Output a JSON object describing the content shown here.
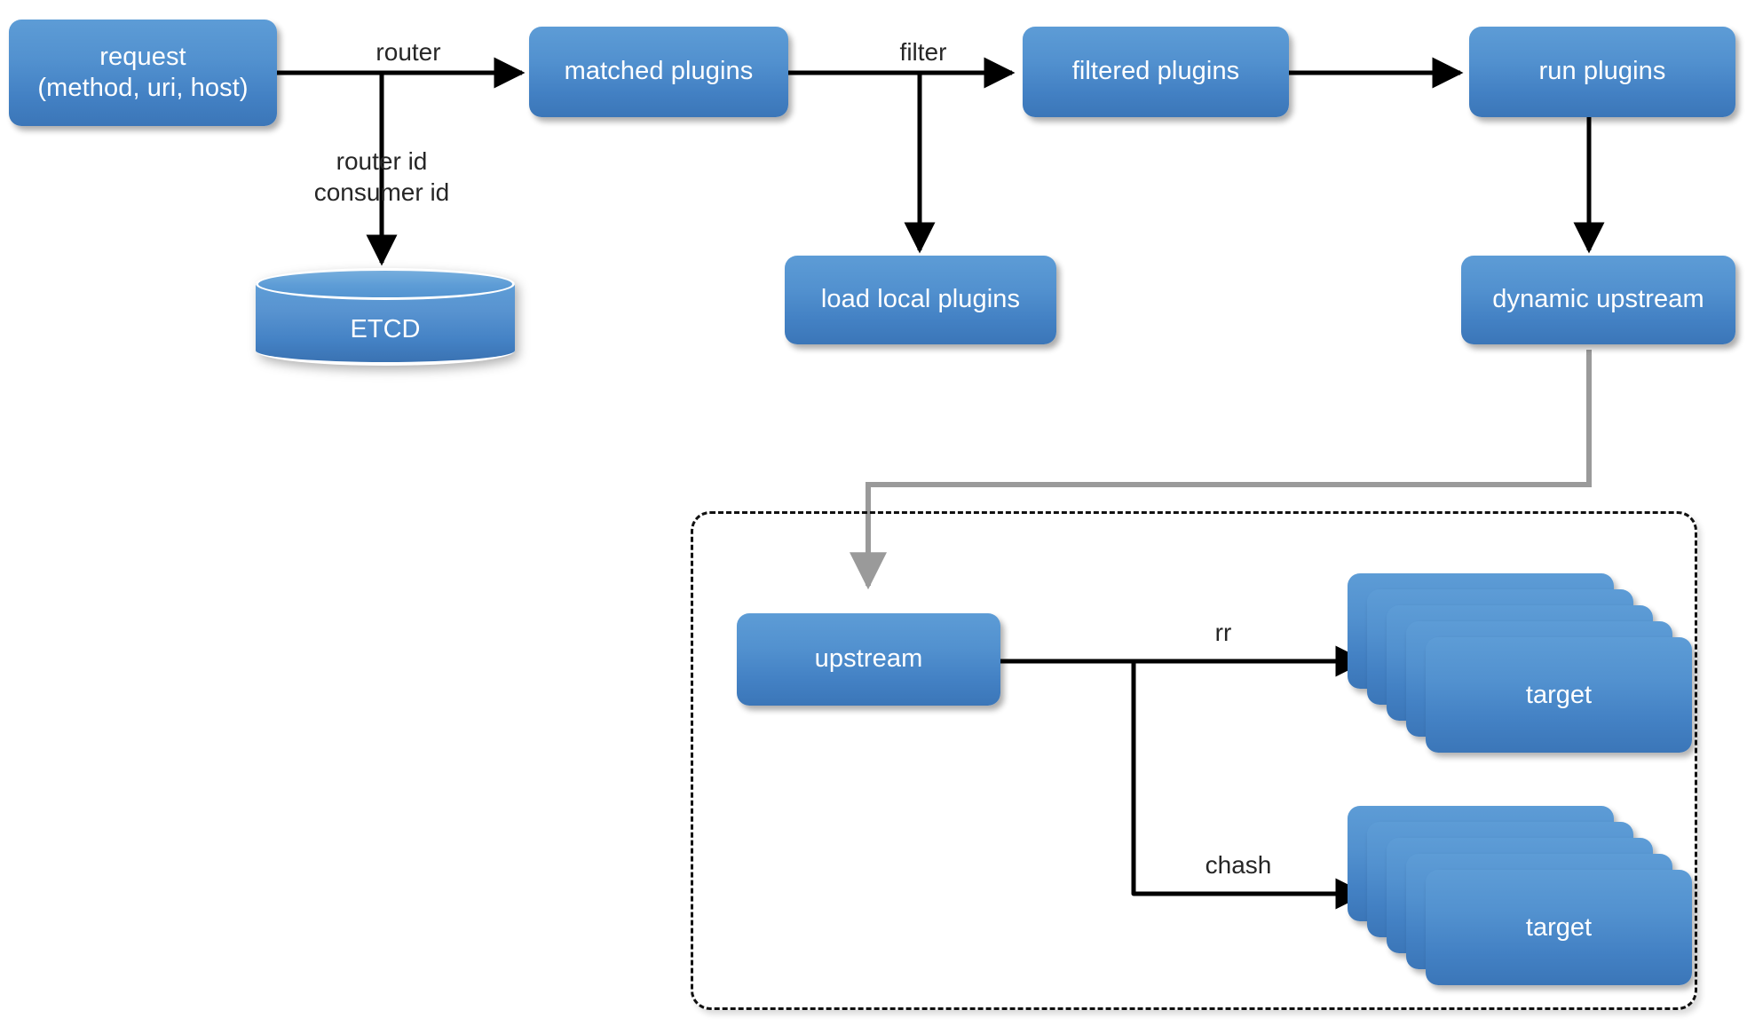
{
  "diagram": {
    "title": "APISIX request processing flow",
    "colors": {
      "node_blue_light": "#5d9cd6",
      "node_blue_dark": "#3b76b8",
      "node_text": "#ffffff",
      "edge_black": "#000000",
      "edge_gray": "#9a9a9a",
      "group_border": "#111111",
      "background": "#ffffff"
    },
    "nodes": {
      "request": {
        "label": "request\n(method, uri, host)"
      },
      "matched_plugins": {
        "label": "matched plugins"
      },
      "filtered_plugins": {
        "label": "filtered plugins"
      },
      "run_plugins": {
        "label": "run plugins"
      },
      "load_local_plugins": {
        "label": "load local plugins"
      },
      "dynamic_upstream": {
        "label": "dynamic upstream"
      },
      "etcd": {
        "label": "ETCD"
      },
      "upstream": {
        "label": "upstream"
      },
      "target_rr": {
        "label": "target"
      },
      "target_chash": {
        "label": "target"
      }
    },
    "edges": {
      "router": {
        "label": "router"
      },
      "router_consumer_id": {
        "label": "router id\nconsumer id"
      },
      "filter": {
        "label": "filter"
      },
      "run": {
        "label": ""
      },
      "to_dynamic_upstream": {
        "label": ""
      },
      "dynamic_to_upstream": {
        "label": ""
      },
      "rr": {
        "label": "rr"
      },
      "chash": {
        "label": "chash"
      }
    },
    "group": {
      "name": "upstream-targets-group",
      "label": ""
    }
  }
}
